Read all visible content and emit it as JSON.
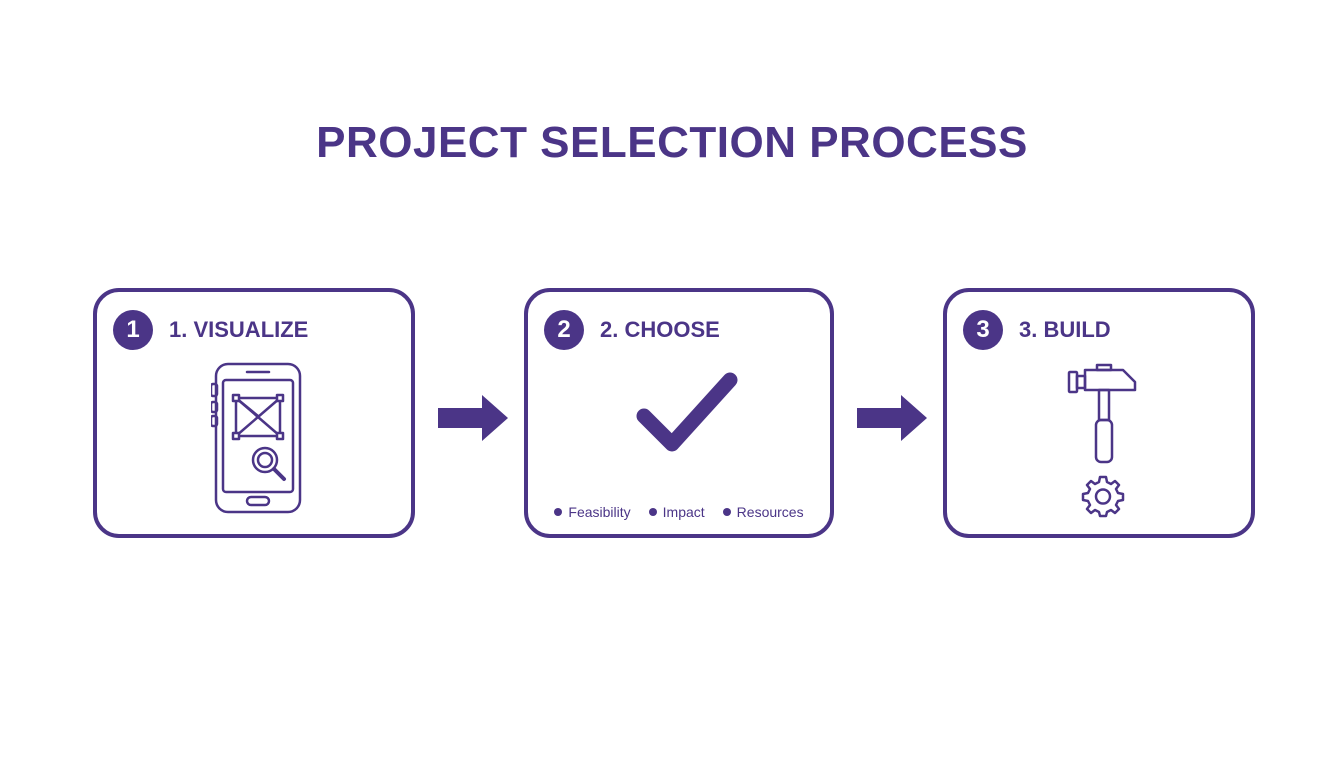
{
  "title": "PROJECT SELECTION PROCESS",
  "colors": {
    "accent": "#4b3587",
    "background": "#ffffff"
  },
  "steps": [
    {
      "number": "1",
      "label": "1. VISUALIZE",
      "icon": "smartphone-wireframe-search-icon"
    },
    {
      "number": "2",
      "label": "2. CHOOSE",
      "icon": "checkmark-icon",
      "criteria": [
        "Feasibility",
        "Impact",
        "Resources"
      ]
    },
    {
      "number": "3",
      "label": "3. BUILD",
      "icon": "hammer-gear-icon"
    }
  ],
  "connectors": [
    "arrow-right-icon",
    "arrow-right-icon"
  ]
}
